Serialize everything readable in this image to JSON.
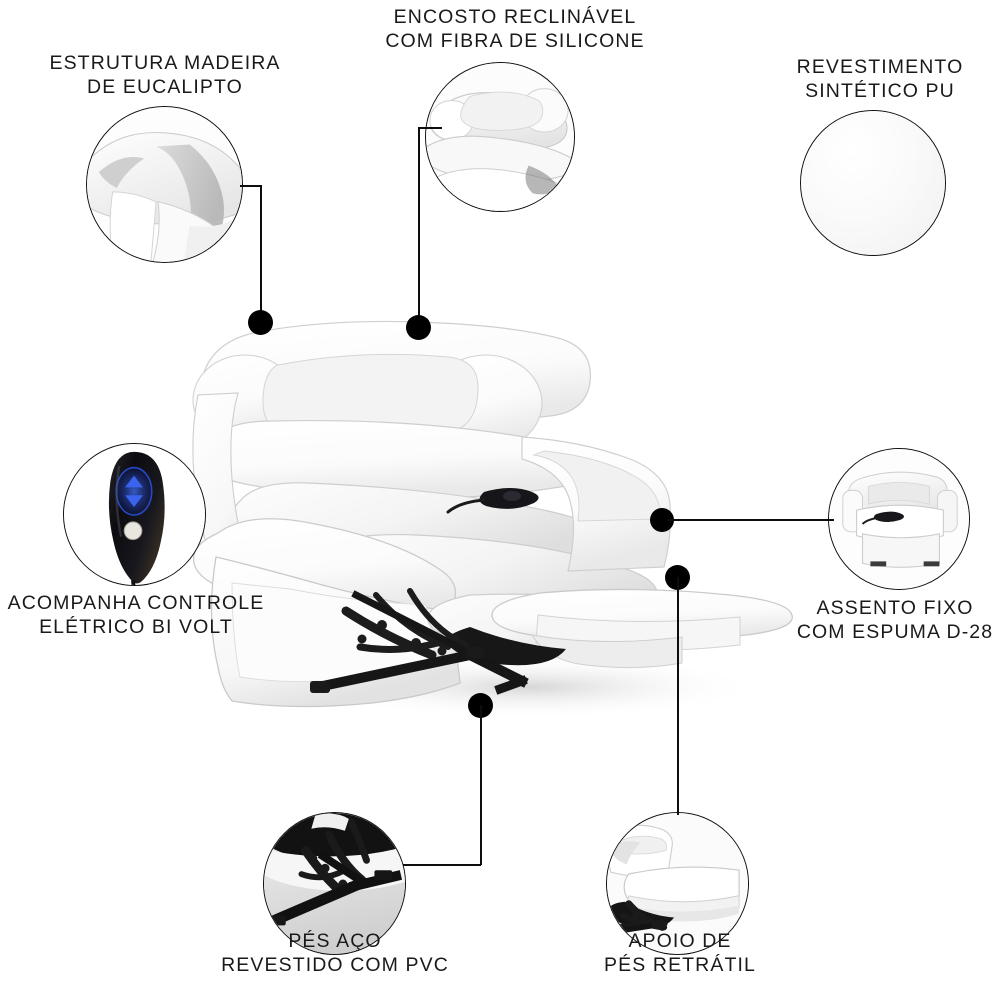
{
  "page": {
    "background_color": "#ffffff",
    "text_color": "#1a1a1a",
    "accent_color": "#000000",
    "product": "Poltrona Reclinável"
  },
  "features": [
    {
      "id": "estrutura",
      "label": "ESTRUTURA MADEIRA\nDE EUCALIPTO",
      "thumb_name": "chair-frame-closeup",
      "position": "top-left"
    },
    {
      "id": "encosto",
      "label": "ENCOSTO RECLINÁVEL\nCOM FIBRA DE SILICONE",
      "thumb_name": "reclined-backrest-closeup",
      "position": "top-center"
    },
    {
      "id": "revestimento",
      "label": "REVESTIMENTO\nSINTÉTICO PU",
      "thumb_name": "pu-leather-swatch",
      "position": "top-right"
    },
    {
      "id": "controle",
      "label": "ACOMPANHA CONTROLE\nELÉTRICO BI VOLT",
      "thumb_name": "electric-remote-control",
      "position": "middle-left"
    },
    {
      "id": "assento",
      "label": "ASSENTO FIXO\nCOM ESPUMA D-28",
      "thumb_name": "armchair-closed-view",
      "position": "middle-right"
    },
    {
      "id": "pes",
      "label": "PÉS AÇO\nREVESTIDO COM PVC",
      "thumb_name": "steel-feet-closeup",
      "position": "bottom-left"
    },
    {
      "id": "apoio",
      "label": "APOIO DE\nPÉS RETRÁTIL",
      "thumb_name": "retractable-footrest-closeup",
      "position": "bottom-right"
    }
  ],
  "remote": {
    "body_color": "#0e0e12",
    "button_glow_color": "#1a45d8",
    "up_arrow": "▲",
    "down_arrow": "▼"
  },
  "chair": {
    "upholstery_color": "#ffffff",
    "shadow_color": "#d9d9d9",
    "steel_color": "#1b1b1b",
    "state": "reclinada com apoio de pés estendido"
  }
}
